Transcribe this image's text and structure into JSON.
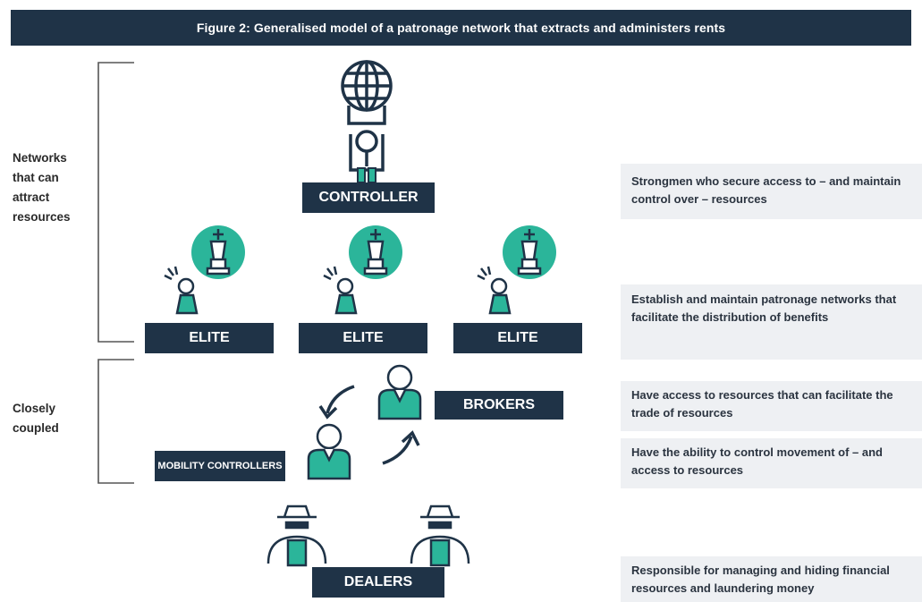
{
  "title": "Figure 2: Generalised model of a patronage network that extracts and administers rents",
  "side_labels": {
    "top": "Networks that can attract resources",
    "bottom": "Closely coupled"
  },
  "roles": {
    "controller": "CONTROLLER",
    "elite_1": "ELITE",
    "elite_2": "ELITE",
    "elite_3": "ELITE",
    "brokers": "BROKERS",
    "mobility_controllers": "MOBILITY CONTROLLERS",
    "dealers": "DEALERS"
  },
  "descriptions": {
    "controller": "Strongmen who secure access to – and maintain control over – resources",
    "elite": "Establish and maintain patronage networks that facilitate the distribution of benefits",
    "brokers": "Have access to resources that can facilitate the trade of resources",
    "mobility_controllers": "Have the ability to control movement of – and access to resources",
    "dealers": "Responsible for managing and hiding financial resources and laundering money"
  },
  "colors": {
    "navy": "#1f3347",
    "teal": "#2bb59a",
    "panel": "#eef0f3"
  },
  "icons": [
    "globe-icon",
    "controller-figure-icon",
    "chess-king-icon",
    "pawn-hand-icon",
    "broker-figure-icon",
    "curved-arrow-icon",
    "spy-hat-figure-icon"
  ]
}
